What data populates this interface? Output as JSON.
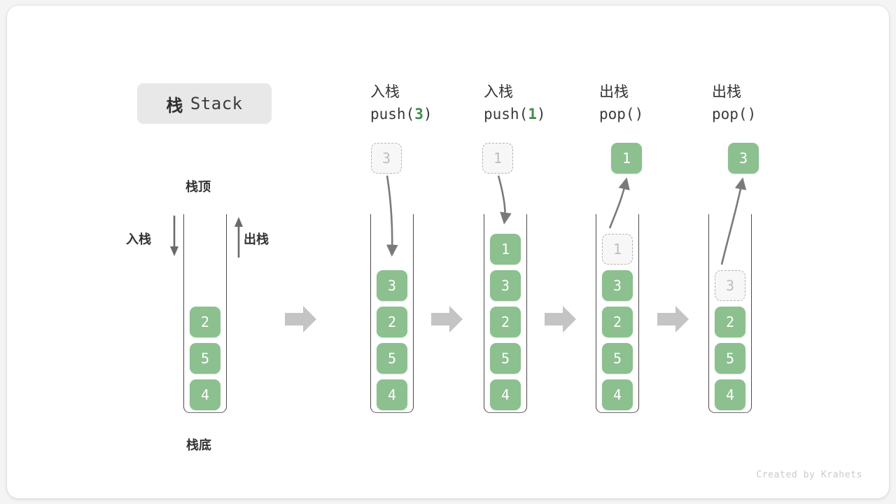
{
  "title": {
    "cn": "栈",
    "en": "Stack"
  },
  "labels": {
    "stack_top": "栈顶",
    "stack_bottom": "栈底",
    "push_side": "入栈",
    "pop_side": "出栈"
  },
  "columns": [
    {
      "op": "入栈",
      "fn_prefix": "push(",
      "fn_arg": "3",
      "fn_suffix": ")",
      "kind": "push",
      "floating": {
        "value": "3",
        "style": "ghost"
      },
      "stack": [
        {
          "value": "3",
          "style": "filled"
        },
        {
          "value": "2",
          "style": "filled"
        },
        {
          "value": "5",
          "style": "filled"
        },
        {
          "value": "4",
          "style": "filled"
        }
      ]
    },
    {
      "op": "入栈",
      "fn_prefix": "push(",
      "fn_arg": "1",
      "fn_suffix": ")",
      "kind": "push",
      "floating": {
        "value": "1",
        "style": "ghost"
      },
      "stack": [
        {
          "value": "1",
          "style": "filled"
        },
        {
          "value": "3",
          "style": "filled"
        },
        {
          "value": "2",
          "style": "filled"
        },
        {
          "value": "5",
          "style": "filled"
        },
        {
          "value": "4",
          "style": "filled"
        }
      ]
    },
    {
      "op": "出栈",
      "fn_prefix": "pop(",
      "fn_arg": "",
      "fn_suffix": ")",
      "kind": "pop",
      "floating": {
        "value": "1",
        "style": "filled"
      },
      "stack": [
        {
          "value": "1",
          "style": "ghost"
        },
        {
          "value": "3",
          "style": "filled"
        },
        {
          "value": "2",
          "style": "filled"
        },
        {
          "value": "5",
          "style": "filled"
        },
        {
          "value": "4",
          "style": "filled"
        }
      ]
    },
    {
      "op": "出栈",
      "fn_prefix": "pop(",
      "fn_arg": "",
      "fn_suffix": ")",
      "kind": "pop",
      "floating": {
        "value": "3",
        "style": "filled"
      },
      "stack": [
        {
          "value": "3",
          "style": "ghost"
        },
        {
          "value": "2",
          "style": "filled"
        },
        {
          "value": "5",
          "style": "filled"
        },
        {
          "value": "4",
          "style": "filled"
        }
      ]
    }
  ],
  "initial_stack": [
    {
      "value": "2",
      "style": "filled"
    },
    {
      "value": "5",
      "style": "filled"
    },
    {
      "value": "4",
      "style": "filled"
    }
  ],
  "footer": "Created by Krahets",
  "colors": {
    "element_green": "#8cc08f",
    "arg_green": "#3e8e46",
    "separator_gray": "#c4c4c4",
    "ghost_border": "#b3b3b3",
    "chip_bg": "#e8e8e8"
  }
}
